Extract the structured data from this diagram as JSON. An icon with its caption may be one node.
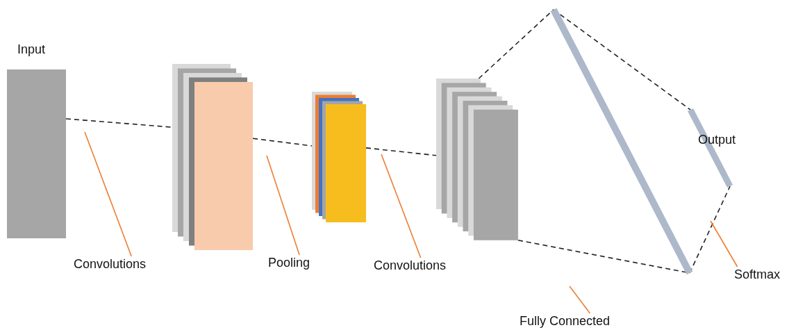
{
  "diagram": {
    "nodes": [
      {
        "text": [
          "Input"
        ]
      },
      {
        "text": [],
        "shape": "box"
      },
      {
        "text": [],
        "shape": "box"
      },
      {
        "text": [],
        "shape": "box"
      },
      {
        "text": [],
        "shape": "bar"
      },
      {
        "text": [
          "Output"
        ]
      },
      {
        "text": [
          "Convolutions"
        ]
      },
      {
        "text": [
          "Pooling"
        ]
      },
      {
        "text": [
          "Convolutions"
        ]
      },
      {
        "text": [
          "Fully Connected"
        ]
      },
      {
        "text": [
          "Softmax"
        ]
      }
    ],
    "edges": [
      {
        "from": 0,
        "to": 1,
        "arrow": "none",
        "style": "dashed"
      },
      {
        "from": 1,
        "to": 2,
        "arrow": "none",
        "style": "dashed"
      },
      {
        "from": 2,
        "to": 3,
        "arrow": "none",
        "style": "dashed"
      },
      {
        "from": 3,
        "to": 4,
        "arrow": "none",
        "style": "dashed"
      },
      {
        "from": 3,
        "to": 4,
        "arrow": "none",
        "style": "dashed"
      },
      {
        "from": 4,
        "to": 5,
        "arrow": "none",
        "style": "dashed"
      },
      {
        "from": 4,
        "to": 5,
        "arrow": "none",
        "style": "dashed"
      },
      {
        "from": 6,
        "to": null,
        "arrow": "none",
        "color": "#ed7d31"
      },
      {
        "from": 7,
        "to": null,
        "arrow": "none",
        "color": "#ed7d31"
      },
      {
        "from": 8,
        "to": null,
        "arrow": "none",
        "color": "#ed7d31"
      },
      {
        "from": 9,
        "to": null,
        "arrow": "none",
        "color": "#ed7d31"
      },
      {
        "from": 10,
        "to": null,
        "arrow": "none",
        "color": "#ed7d31"
      }
    ]
  }
}
